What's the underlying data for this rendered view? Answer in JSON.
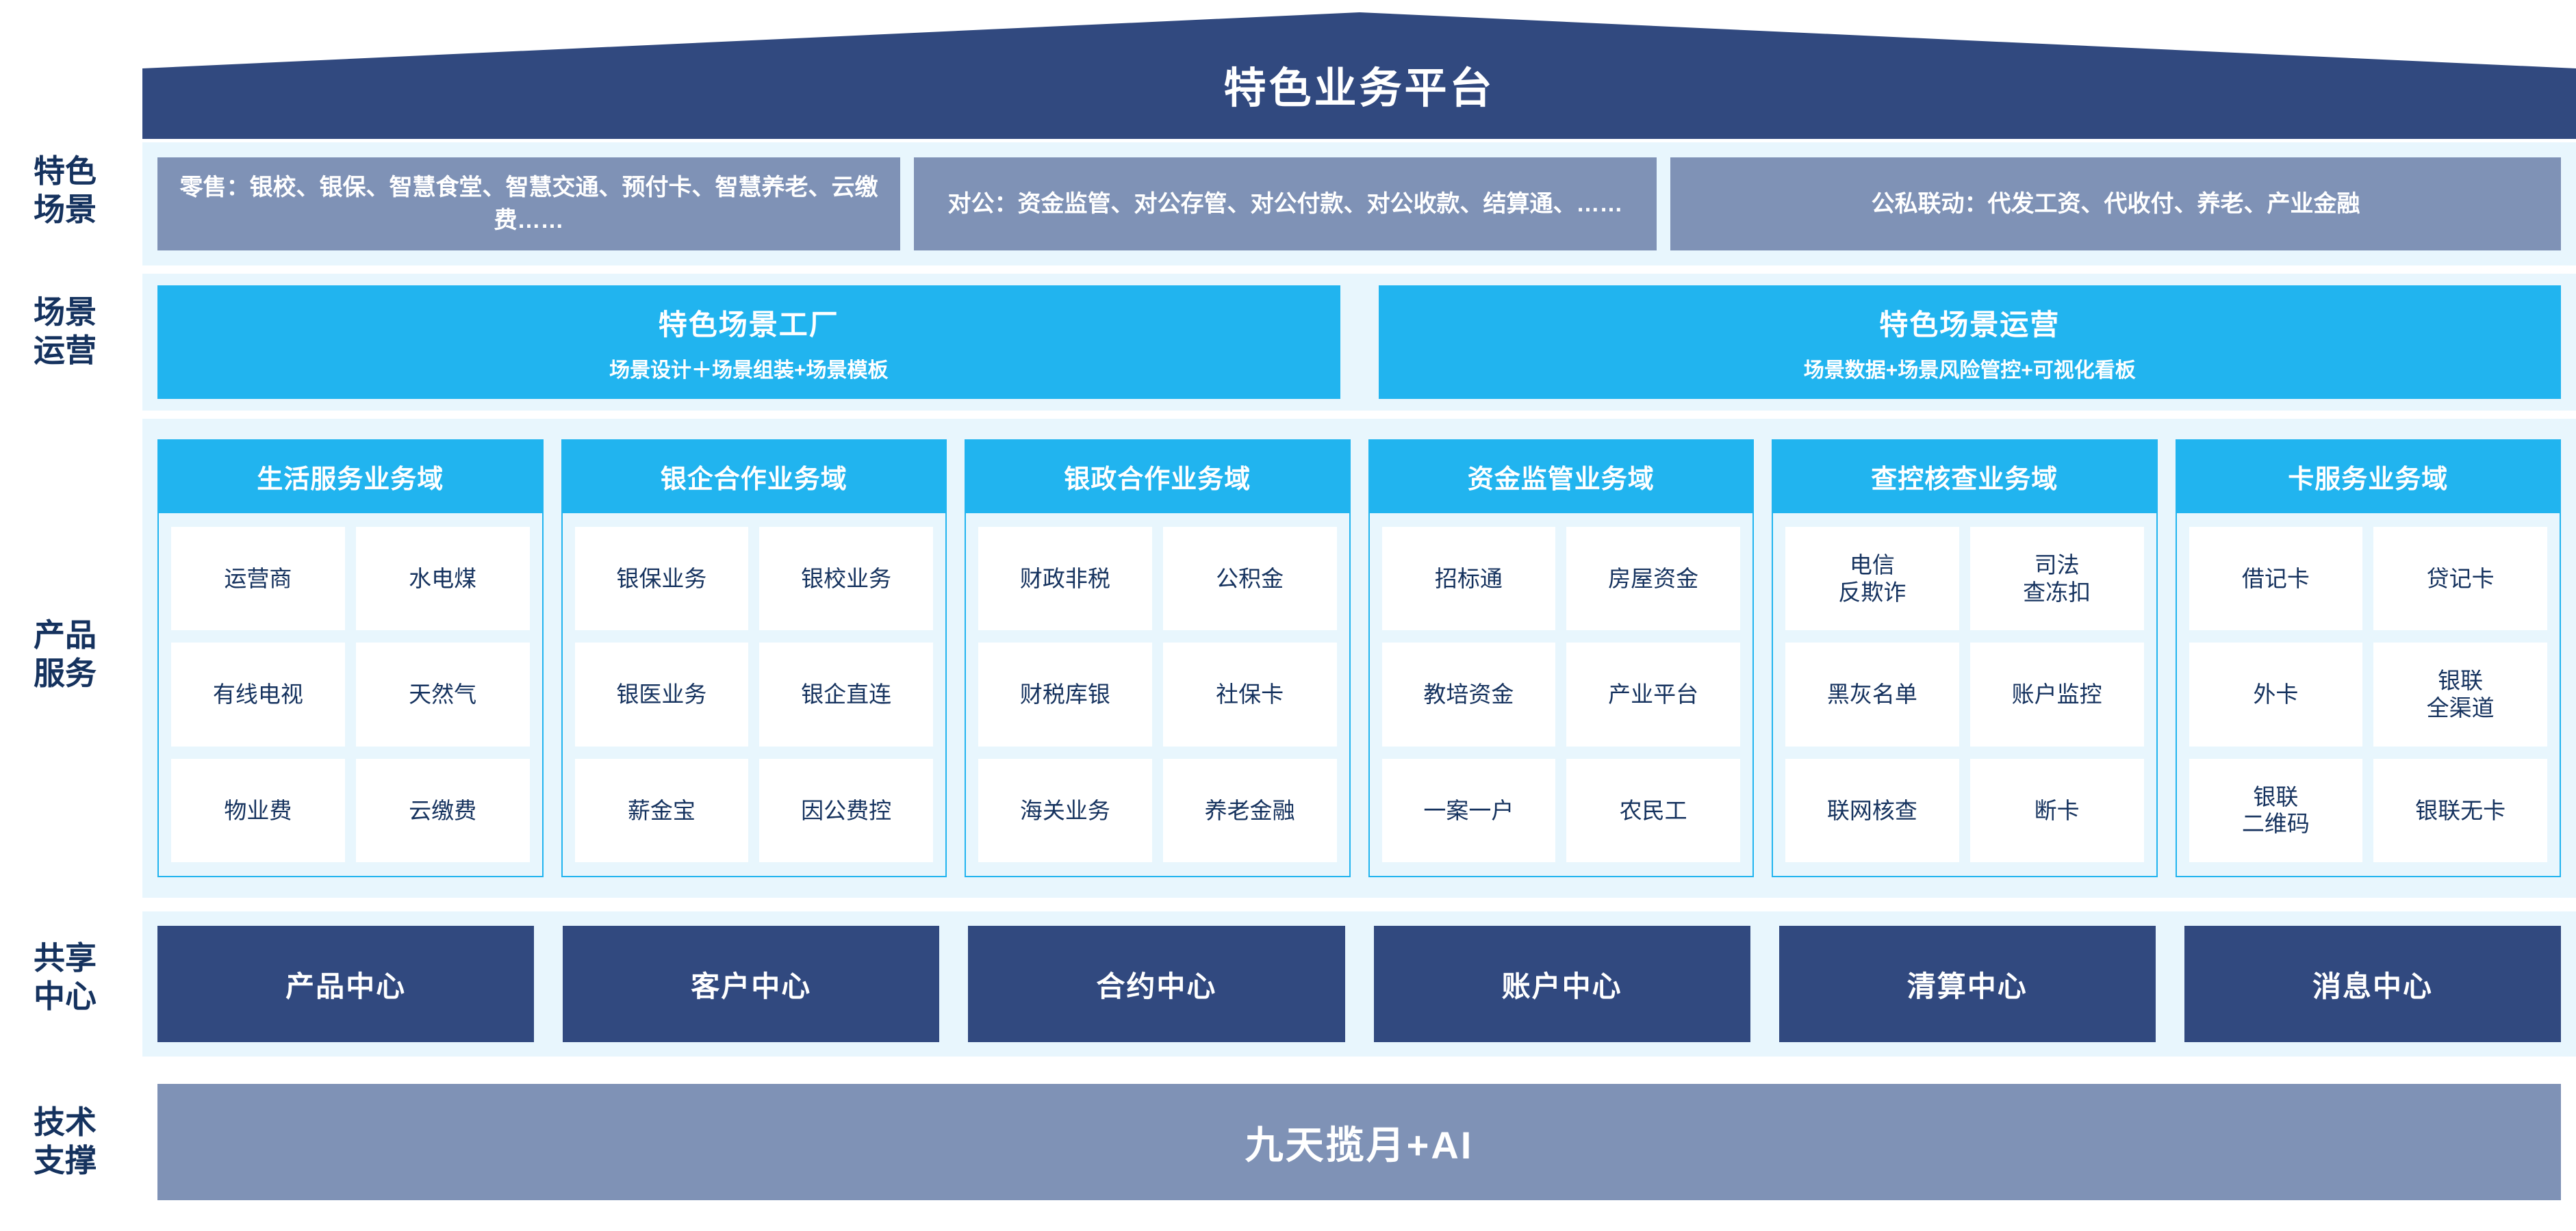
{
  "header": {
    "title": "特色业务平台",
    "roof_color": "#31497f"
  },
  "row_labels": {
    "scenario": "特色\n场景",
    "scene_ops": "场景\n运营",
    "products": "产品\n服务",
    "shared": "共享\n中心",
    "tech": "技术\n支撑"
  },
  "scenarios": {
    "boxes": [
      "零售：银校、银保、智慧食堂、智慧交通、预付卡、智慧养老、云缴费……",
      "对公：资金监管、对公存管、对公付款、对公收款、结算通、……",
      "公私联动：代发工资、代收付、养老、产业金融"
    ],
    "box_color": "#7f92b6"
  },
  "scene_ops": {
    "boxes": [
      {
        "title": "特色场景工厂",
        "subtitle": "场景设计＋场景组装+场景模板"
      },
      {
        "title": "特色场景运营",
        "subtitle": "场景数据+场景风险管控+可视化看板"
      }
    ],
    "box_color": "#21b4ef"
  },
  "product_domains": [
    {
      "title": "生活服务业务域",
      "items": [
        "运营商",
        "水电煤",
        "有线电视",
        "天然气",
        "物业费",
        "云缴费"
      ]
    },
    {
      "title": "银企合作业务域",
      "items": [
        "银保业务",
        "银校业务",
        "银医业务",
        "银企直连",
        "薪金宝",
        "因公费控"
      ]
    },
    {
      "title": "银政合作业务域",
      "items": [
        "财政非税",
        "公积金",
        "财税库银",
        "社保卡",
        "海关业务",
        "养老金融"
      ]
    },
    {
      "title": "资金监管业务域",
      "items": [
        "招标通",
        "房屋资金",
        "教培资金",
        "产业平台",
        "一案一户",
        "农民工"
      ]
    },
    {
      "title": "查控核查业务域",
      "items": [
        "电信\n反欺诈",
        "司法\n查冻扣",
        "黑灰名单",
        "账户监控",
        "联网核查",
        "断卡"
      ]
    },
    {
      "title": "卡服务业务域",
      "items": [
        "借记卡",
        "贷记卡",
        "外卡",
        "银联\n全渠道",
        "银联\n二维码",
        "银联无卡"
      ]
    }
  ],
  "shared_centers": {
    "items": [
      "产品中心",
      "客户中心",
      "合约中心",
      "账户中心",
      "清算中心",
      "消息中心"
    ],
    "box_color": "#31497f"
  },
  "tech_support": {
    "label": "九天揽月+AI",
    "bar_color": "#7f92b6"
  },
  "palette": {
    "band_background": "#e8f6fd",
    "accent_cyan": "#21b4ef",
    "deep_navy": "#31497f",
    "slate_blue": "#7f92b6",
    "text_navy": "#15325e"
  }
}
